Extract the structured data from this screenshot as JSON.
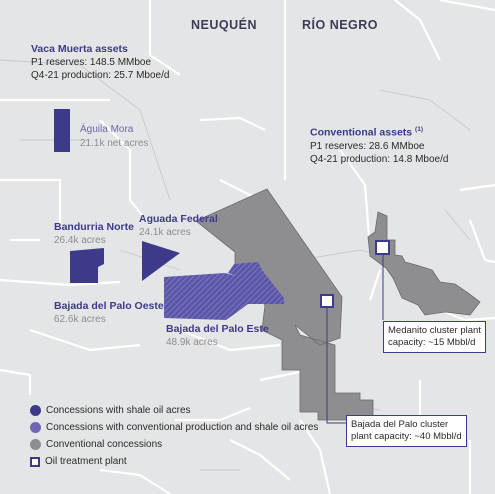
{
  "provinces": {
    "left": "NEUQUÉN",
    "right": "RÍO NEGRO"
  },
  "vaca_muerta": {
    "title": "Vaca Muerta assets",
    "reserves": "P1 reserves: 148.5 MMboe",
    "production": "Q4-21 production: 25.7 Mboe/d"
  },
  "conventional": {
    "title": "Conventional assets",
    "footnote": "(1)",
    "reserves": "P1 reserves: 28.6 MMboe",
    "production": "Q4-21 production: 14.8 Mboe/d"
  },
  "blocks": {
    "aguila_mora": {
      "name": "Águila Mora",
      "acres": "21.1k net acres"
    },
    "aguada_federal": {
      "name": "Aguada Federal",
      "acres": "24.1k acres"
    },
    "bandurria_norte": {
      "name": "Bandurria Norte",
      "acres": "26.4k acres"
    },
    "bajada_oeste": {
      "name": "Bajada del Palo Oeste",
      "acres": "62.6k acres"
    },
    "bajada_este": {
      "name": "Bajada del Palo Este",
      "acres": "48.9k acres"
    }
  },
  "plants": {
    "medanito": {
      "line1": "Medanito cluster plant",
      "line2": "capacity: ~15 Mbbl/d"
    },
    "bajada": {
      "line1": "Bajada del Palo cluster",
      "line2": "plant capacity: ~40 Mbbl/d"
    }
  },
  "legend": {
    "shale": "Concessions with shale oil acres",
    "mixed": "Concessions with conventional production and shale oil acres",
    "conventional": "Conventional concessions",
    "plant": "Oil treatment plant"
  },
  "colors": {
    "shale": "#3d3a8a",
    "mixed": "#6e66b4",
    "conventional": "#8e8e90",
    "background": "#e4e5e6",
    "boundary": "#ffffff"
  }
}
